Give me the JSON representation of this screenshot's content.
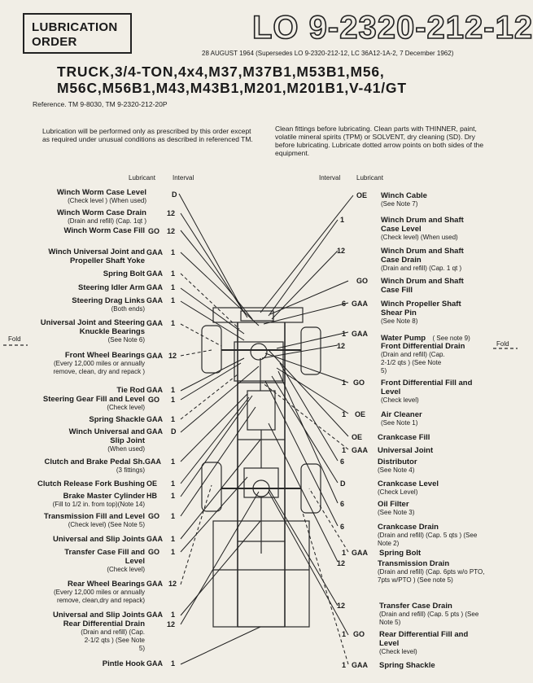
{
  "header": {
    "box_title_line1": "LUBRICATION",
    "box_title_line2": "ORDER",
    "order_number": "LO 9-2320-212-12",
    "date_line": "28 AUGUST 1964 (Supersedes LO 9-2320-212-12, LC 36A12-1A-2, 7 December 1962)",
    "title_line1": "TRUCK,3/4-TON,4x4,M37,M37B1,M53B1,M56,",
    "title_line2": "M56C,M56B1,M43,M43B1,M201,M201B1,V-41/GT",
    "reference": "Reference.  TM 9-8030,  TM 9-2320-212-20P"
  },
  "notes": {
    "left": "Lubrication will be performed only as prescribed by this order except as required under unusual conditions as described in referenced TM.",
    "right": "Clean fittings before lubricating. Clean parts with THINNER, paint, volatile mineral spirits (TPM) or SOLVENT, dry cleaning (SD). Dry before lubricating. Lubricate dotted arrow points on both sides of the equipment."
  },
  "column_headers": {
    "left_lubricant": "Lubricant",
    "left_interval": "Interval",
    "right_interval": "Interval",
    "right_lubricant": "Lubricant"
  },
  "fold_label": "Fold",
  "left_items": [
    {
      "name": "Winch Worm Case Level",
      "sub": "(Check level ) (When used)",
      "lub": "",
      "int": "D"
    },
    {
      "name": "Winch Worm Case Drain",
      "sub": "(Drain and refill) (Cap. 1qt )",
      "lub": "",
      "int": "12"
    },
    {
      "name": "Winch Worm Case Fill",
      "sub": "",
      "lub": "GO",
      "int": "12"
    },
    {
      "name": "Winch Universal Joint and",
      "sub": "",
      "lub": "GAA",
      "int": "1"
    },
    {
      "name": "Propeller Shaft Yoke",
      "sub": "",
      "lub": "",
      "int": ""
    },
    {
      "name": "Spring Bolt",
      "sub": "",
      "lub": "GAA",
      "int": "1"
    },
    {
      "name": "Steering Idler Arm",
      "sub": "",
      "lub": "GAA",
      "int": "1"
    },
    {
      "name": "Steering Drag Links",
      "sub": "(Both ends)",
      "lub": "GAA",
      "int": "1"
    },
    {
      "name": "Universal Joint and Steering",
      "sub": "",
      "lub": "GAA",
      "int": "1"
    },
    {
      "name": "Knuckle Bearings",
      "sub": "(See Note 6)",
      "lub": "",
      "int": ""
    },
    {
      "name": "Front Wheel Bearings",
      "sub": "(Every 12,000 miles or annually remove, clean, dry and repack )",
      "lub": "GAA",
      "int": "12"
    },
    {
      "name": "Tie Rod",
      "sub": "",
      "lub": "GAA",
      "int": "1"
    },
    {
      "name": "Steering Gear Fill and Level",
      "sub": "(Check level)",
      "lub": "GO",
      "int": "1"
    },
    {
      "name": "Spring Shackle",
      "sub": "",
      "lub": "GAA",
      "int": "1"
    },
    {
      "name": "Winch Universal and",
      "sub": "",
      "lub": "GAA",
      "int": "D"
    },
    {
      "name": "Slip Joint",
      "sub": "(When used)",
      "lub": "",
      "int": ""
    },
    {
      "name": "Clutch and Brake Pedal Sh.",
      "sub": "(3 fittings)",
      "lub": "GAA",
      "int": "1"
    },
    {
      "name": "Clutch Release Fork Bushing",
      "sub": "",
      "lub": "OE",
      "int": "1"
    },
    {
      "name": "Brake Master Cylinder",
      "sub": "(Fill to 1/2 in. from top)(Note 14)",
      "lub": "HB",
      "int": "1"
    },
    {
      "name": "Transmission Fill and Level",
      "sub": "(Check level) (See Note 5)",
      "lub": "GO",
      "int": "1"
    },
    {
      "name": "Universal and Slip Joints",
      "sub": "",
      "lub": "GAA",
      "int": "1"
    },
    {
      "name": "Transfer Case Fill and",
      "sub": "",
      "lub": "GO",
      "int": "1"
    },
    {
      "name": "Level",
      "sub": "(Check level)",
      "lub": "",
      "int": ""
    },
    {
      "name": "Rear Wheel Bearings",
      "sub": "(Every 12,000 miles or annually remove, clean,dry and repack)",
      "lub": "GAA",
      "int": "12"
    },
    {
      "name": "Universal and Slip Joints",
      "sub": "",
      "lub": "GAA",
      "int": "1"
    },
    {
      "name": "Rear Differential Drain",
      "sub": "(Drain and refill) (Cap. 2-1/2 qts ) (See Note 5)",
      "lub": "",
      "int": "12"
    },
    {
      "name": "Pintle Hook",
      "sub": "",
      "lub": "GAA",
      "int": "1"
    }
  ],
  "right_items": [
    {
      "int": "",
      "lub": "OE",
      "name": "Winch Cable",
      "sub": "(See Note 7)"
    },
    {
      "int": "1",
      "lub": "",
      "name": "Winch Drum and Shaft Case Level",
      "sub": "(Check level) (When used)"
    },
    {
      "int": "12",
      "lub": "",
      "name": "Winch Drum and Shaft Case Drain",
      "sub": "(Drain and refill) (Cap. 1 qt )"
    },
    {
      "int": "",
      "lub": "GO",
      "name": "Winch Drum and Shaft Case Fill",
      "sub": ""
    },
    {
      "int": "6",
      "lub": "GAA",
      "name": "Winch Propeller Shaft Shear Pin",
      "sub": "(See Note 8)"
    },
    {
      "int": "1",
      "lub": "GAA",
      "name": "Water Pump",
      "sub": "( See note 9)"
    },
    {
      "int": "12",
      "lub": "",
      "name": "Front Differential Drain",
      "sub": "(Drain and refill) (Cap. 2-1/2 qts ) (See Note 5)"
    },
    {
      "int": "1",
      "lub": "GO",
      "name": "Front Differential Fill and Level",
      "sub": "(Check level)"
    },
    {
      "int": "1",
      "lub": "OE",
      "name": "Air Cleaner",
      "sub": "(See Note 1)"
    },
    {
      "int": "",
      "lub": "OE",
      "name": "Crankcase Fill",
      "sub": ""
    },
    {
      "int": "1",
      "lub": "GAA",
      "name": "Universal Joint",
      "sub": ""
    },
    {
      "int": "6",
      "lub": "",
      "name": "Distributor",
      "sub": "(See Note 4)"
    },
    {
      "int": "D",
      "lub": "",
      "name": "Crankcase Level",
      "sub": "(Check Level)"
    },
    {
      "int": "6",
      "lub": "",
      "name": "Oil Filter",
      "sub": "(See Note 3)"
    },
    {
      "int": "6",
      "lub": "",
      "name": "Crankcase Drain",
      "sub": "(Drain and refill) (Cap. 5 qts ) (See Note 2)"
    },
    {
      "int": "1",
      "lub": "GAA",
      "name": "Spring Bolt",
      "sub": ""
    },
    {
      "int": "12",
      "lub": "",
      "name": "Transmission Drain",
      "sub": "(Drain and refill) (Cap. 6pts w/o PTO, 7pts w/PTO ) (See note 5)"
    },
    {
      "int": "12",
      "lub": "",
      "name": "Transfer Case Drain",
      "sub": "(Drain and refill) (Cap. 5 pts ) (See Note 5)"
    },
    {
      "int": "1",
      "lub": "GO",
      "name": "Rear Differential Fill and Level",
      "sub": "(Check level)"
    },
    {
      "int": "1",
      "lub": "GAA",
      "name": "Spring Shackle",
      "sub": ""
    }
  ]
}
